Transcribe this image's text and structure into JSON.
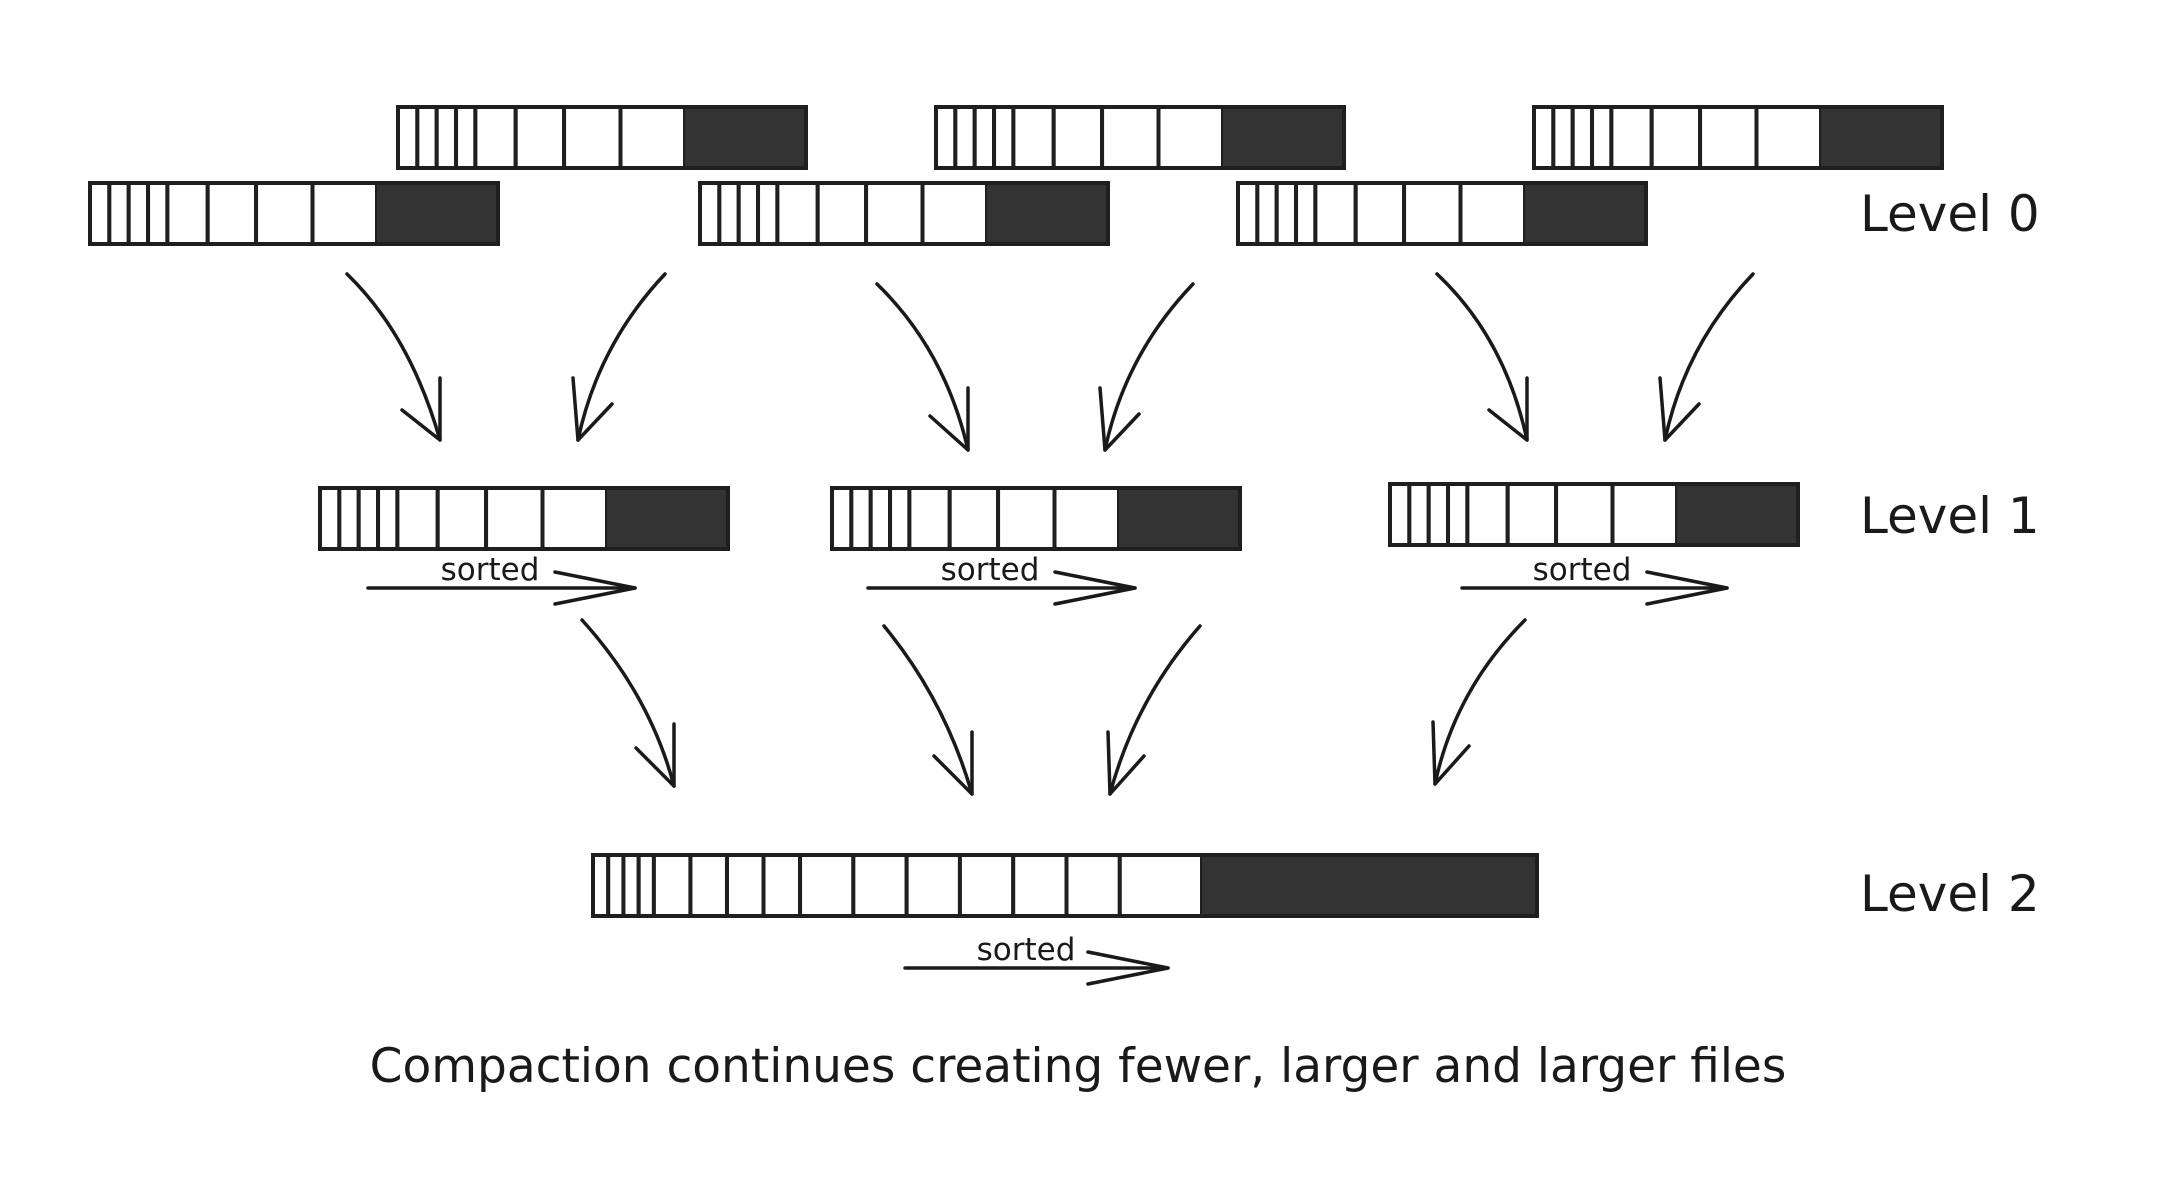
{
  "levels": [
    {
      "label": "Level 0"
    },
    {
      "label": "Level 1"
    },
    {
      "label": "Level 2"
    }
  ],
  "sorted_label": "sorted",
  "caption": "Compaction continues creating fewer, larger and larger files",
  "colors": {
    "ink": "#1f1f1f",
    "filled": "#333333",
    "background": "#ffffff"
  }
}
